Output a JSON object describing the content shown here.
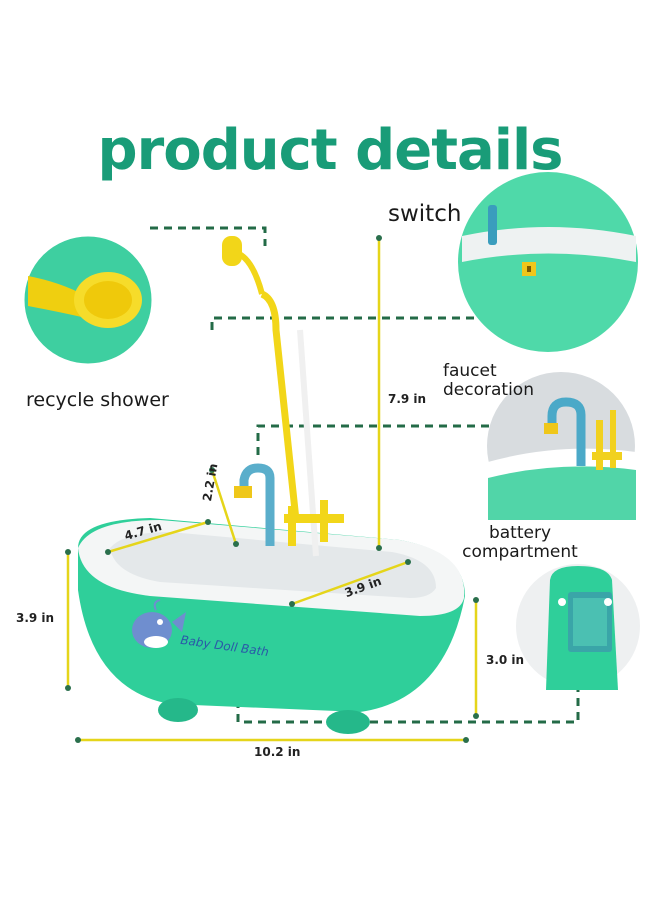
{
  "title": "product details",
  "labels": {
    "switch": "switch",
    "recycle_shower": "recycle shower",
    "faucet_line1": "faucet",
    "faucet_line2": "decoration",
    "battery_line1": "battery",
    "battery_line2": "compartment"
  },
  "dimensions": {
    "height_total": "7.9 in",
    "faucet_height": "2.2 in",
    "inner_length": "4.7 in",
    "inner_width": "3.9 in",
    "side_height": "3.9 in",
    "base_height": "3.0 in",
    "length": "10.2 in"
  },
  "product_print": {
    "brand": "Baby Doll Bath"
  },
  "colors": {
    "title_green": "#199c78",
    "tub_green": "#2fcf9a",
    "accent_yellow": "#f2d619",
    "dash_green": "#236b47",
    "dim_yellow": "#e5d51a"
  }
}
